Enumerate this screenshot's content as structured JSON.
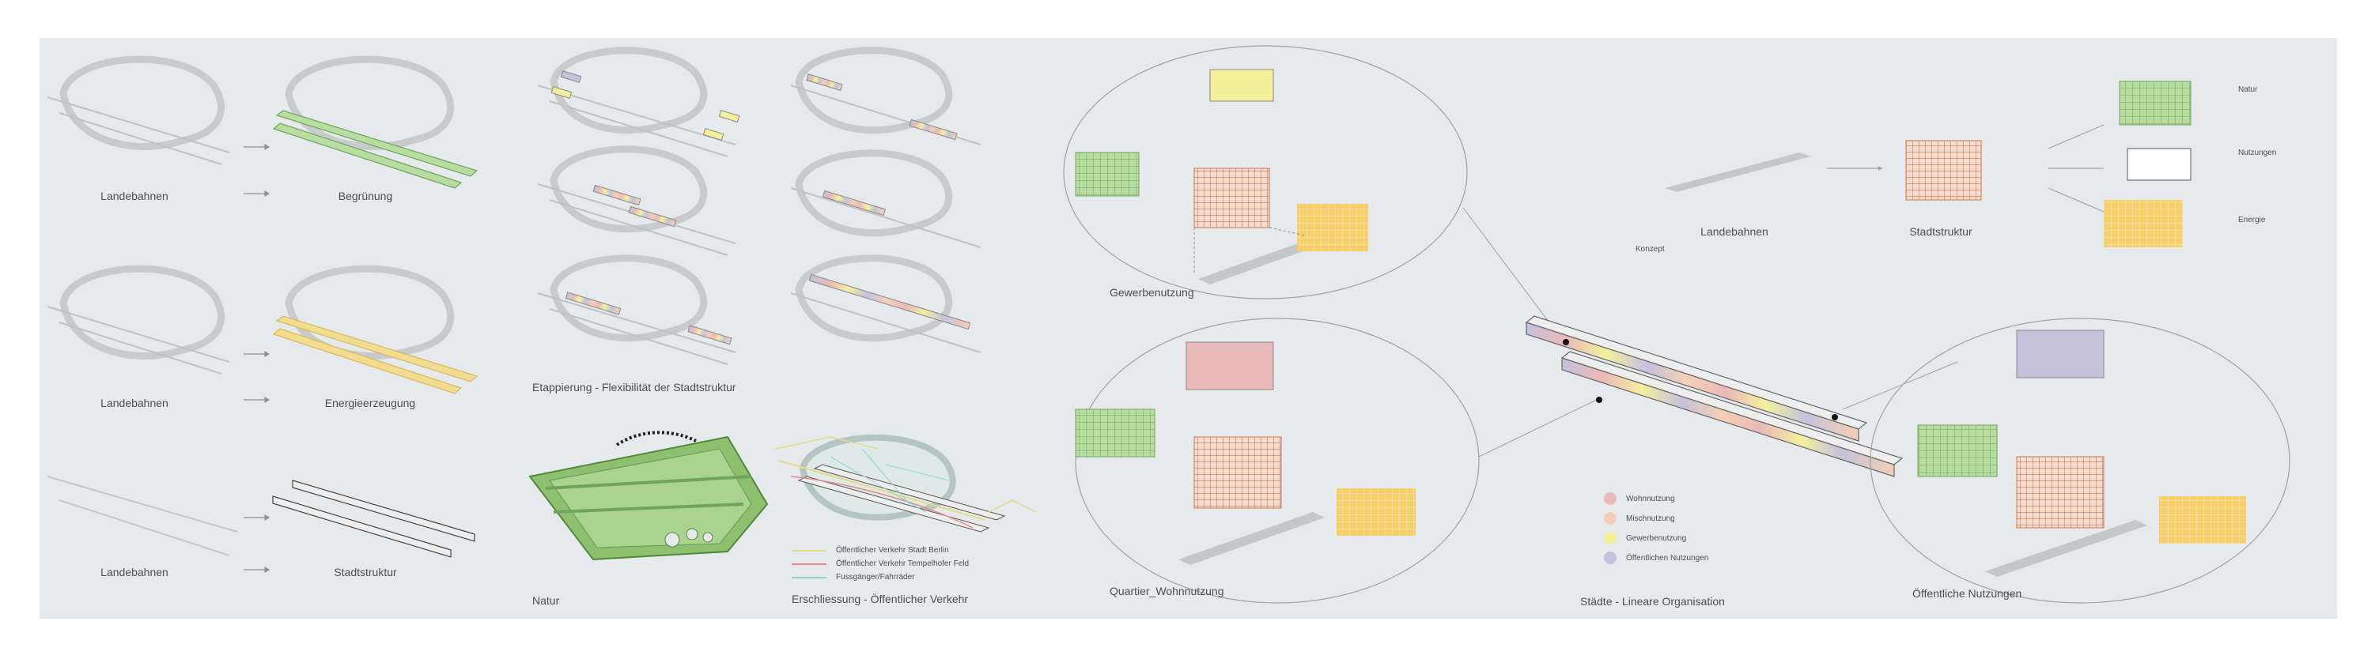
{
  "labels": {
    "landebahnen_1": "Landebahnen",
    "begruenung": "Begrünung",
    "landebahnen_2": "Landebahnen",
    "energieerzeugung": "Energieerzeugung",
    "landebahnen_3": "Landebahnen",
    "stadtstruktur_left": "Stadtstruktur",
    "etappierung": "Etappierung - Flexibilität der Stadtstruktur",
    "natur_bottom": "Natur",
    "erschliessung": "Erschliessung - Öffentlicher Verkehr",
    "gewerbenutzung_circle": "Gewerbenutzung",
    "quartier": "Quartier_Wohnnutzung",
    "konzept": "Konzept",
    "landebahnen_right": "Landebahnen",
    "stadtstruktur_right": "Stadtstruktur",
    "natur_right": "Natur",
    "nutzungen_right": "Nutzungen",
    "energie_right": "Energie",
    "staedte": "Städte - Lineare Organisation",
    "oeffentliche_nutzungen_circle": "Öffentliche Nutzungen"
  },
  "legend_traffic": [
    {
      "label": "Öffentlicher Verkehr Stadt Berlin",
      "color": "#e2dc86"
    },
    {
      "label": "Öffentlicher Verkehr Tempelhofer Feld",
      "color": "#e58a8a"
    },
    {
      "label": "Fussgänger/Fahrräder",
      "color": "#8fd3c8"
    }
  ],
  "legend_uses": [
    {
      "label": "Wohnnutzung",
      "color": "#eab9b9"
    },
    {
      "label": "Mischnutzung",
      "color": "#f3d0b5"
    },
    {
      "label": "Gewerbenutzung",
      "color": "#f3f09c"
    },
    {
      "label": "Öffentlichen Nutzungen",
      "color": "#c6c1dc"
    }
  ],
  "colors": {
    "board": "#e6eaec",
    "runway_grey": "#c4c6c8",
    "green": "#9ccd7f",
    "yellow": "#ecd895",
    "orange_grid": "#c9774c",
    "energy": "#f6cf68",
    "purple": "#c6c1dc",
    "pink": "#eab9b9"
  }
}
